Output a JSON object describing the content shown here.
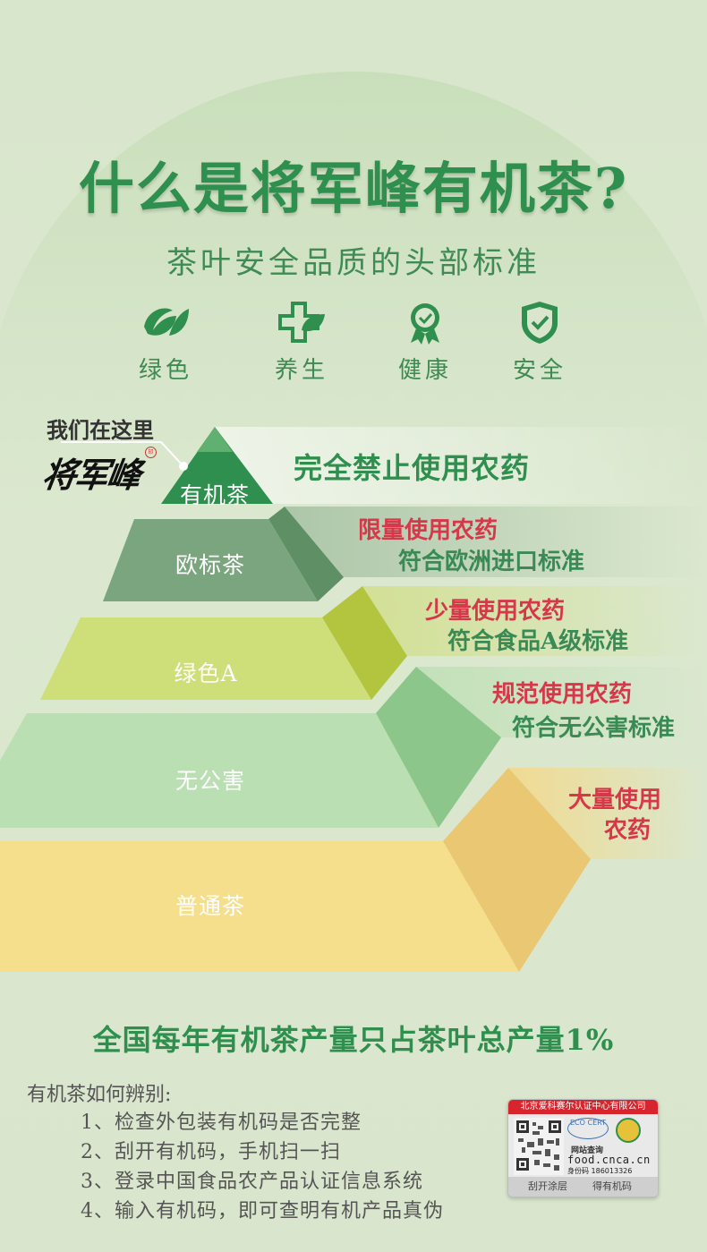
{
  "header": {
    "title": "什么是将军峰有机茶?",
    "subtitle": "茶叶安全品质的头部标准"
  },
  "features": [
    {
      "icon": "leaf-icon",
      "label": "绿色"
    },
    {
      "icon": "medical-cross-leaf-icon",
      "label": "养生"
    },
    {
      "icon": "award-badge-icon",
      "label": "健康"
    },
    {
      "icon": "shield-check-icon",
      "label": "安全"
    }
  ],
  "pyramid": {
    "marker": {
      "text": "我们在这里",
      "brand": "将军峰"
    },
    "tiers": [
      {
        "name": "有机茶",
        "desc": "完全禁止使用农药"
      },
      {
        "name": "欧标茶",
        "desc_red": "限量使用农药",
        "desc_green": "符合欧洲进口标准"
      },
      {
        "name": "绿色A",
        "desc_red": "少量使用农药",
        "desc_green": "符合食品A级标准"
      },
      {
        "name": "无公害",
        "desc_red": "规范使用农药",
        "desc_green": "符合无公害标准"
      },
      {
        "name": "普通茶",
        "desc_red_line1": "大量使用",
        "desc_red_line2": "农药"
      }
    ],
    "colors": {
      "organic": "#2f8f4e",
      "eu": "#7aa57e",
      "greenA": "#c8d96c",
      "nonpollution": "#b9dfb3",
      "ordinary": "#f5df8c",
      "red_text": "#d6384a"
    }
  },
  "stat": "全国每年有机茶产量只占茶叶总产量1%",
  "identify": {
    "title": "有机茶如何辨别:",
    "steps": [
      "1、检查外包装有机码是否完整",
      "2、刮开有机码，手机扫一扫",
      "3、登录中国食品农产品认证信息系统",
      "4、输入有机码，即可查明有机产品真伪"
    ]
  },
  "cert_label": {
    "header": "北京爱科赛尔认证中心有限公司",
    "eco": "ECO CERT",
    "site_label": "网站查询",
    "url": "food.cnca.cn",
    "id_line": "身份码  186013326",
    "footer_left": "刮开涂层",
    "footer_right": "得有机码"
  }
}
